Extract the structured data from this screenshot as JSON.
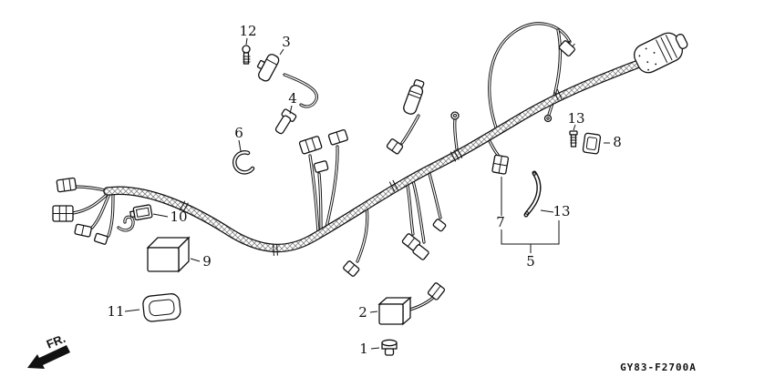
{
  "diagram": {
    "code": "GY83-F2700A",
    "orientation_label": "FR.",
    "colors": {
      "ink": "#111111",
      "paper": "#ffffff"
    },
    "callouts": {
      "c1": {
        "label": "1"
      },
      "c2": {
        "label": "2"
      },
      "c3": {
        "label": "3"
      },
      "c4": {
        "label": "4"
      },
      "c5": {
        "label": "5"
      },
      "c6": {
        "label": "6"
      },
      "c7": {
        "label": "7"
      },
      "c8": {
        "label": "8"
      },
      "c9": {
        "label": "9"
      },
      "c10": {
        "label": "10"
      },
      "c11": {
        "label": "11"
      },
      "c12": {
        "label": "12"
      },
      "c13a": {
        "label": "13"
      },
      "c13b": {
        "label": "13"
      }
    }
  }
}
